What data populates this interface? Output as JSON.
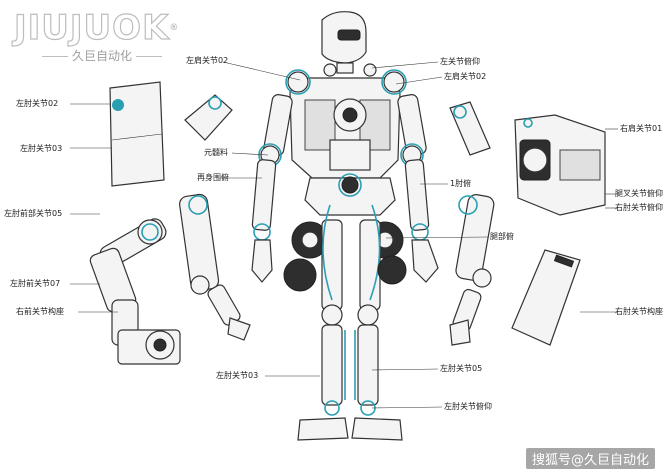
{
  "brand": {
    "logo_text": "JIUJUOK",
    "registered_mark": "®",
    "subtitle": "久巨自动化"
  },
  "watermark": "搜狐号@久巨自动化",
  "colors": {
    "accent": "#2a9fb3",
    "line": "#333333",
    "fill": "#f4f4f4",
    "dark": "#2e2e2e"
  },
  "labels": {
    "left_shoulder_02": "左肩关节02",
    "left_elbow_02": "左肘关节02",
    "left_elbow_03": "左肘关节03",
    "waist_joint": "元髓料",
    "lower_arm_joint": "再身围俯",
    "left_forearm_05": "左肘前部关节05",
    "left_forearm_07": "左肘前关节07",
    "right_wrist_base": "右前关节构座",
    "left_elbow_03_bottom": "左肘关节03",
    "left_joint_top": "左关节俯仰",
    "left_shoulder_02_right": "左肩关节02",
    "joint_01_pitch": "1肘俯",
    "knee_pitch": "腿部俯",
    "left_elbow_05": "左肘关节05",
    "left_joint_pitch_bottom": "左肘关节俯仰",
    "right_shoulder_joint": "右肩关节01",
    "hip_yaw_pitch": "腿叉关节俯仰",
    "right_elbow_pitch": "右肘关节俯仰",
    "right_elbow_base": "右肘关节构座"
  }
}
